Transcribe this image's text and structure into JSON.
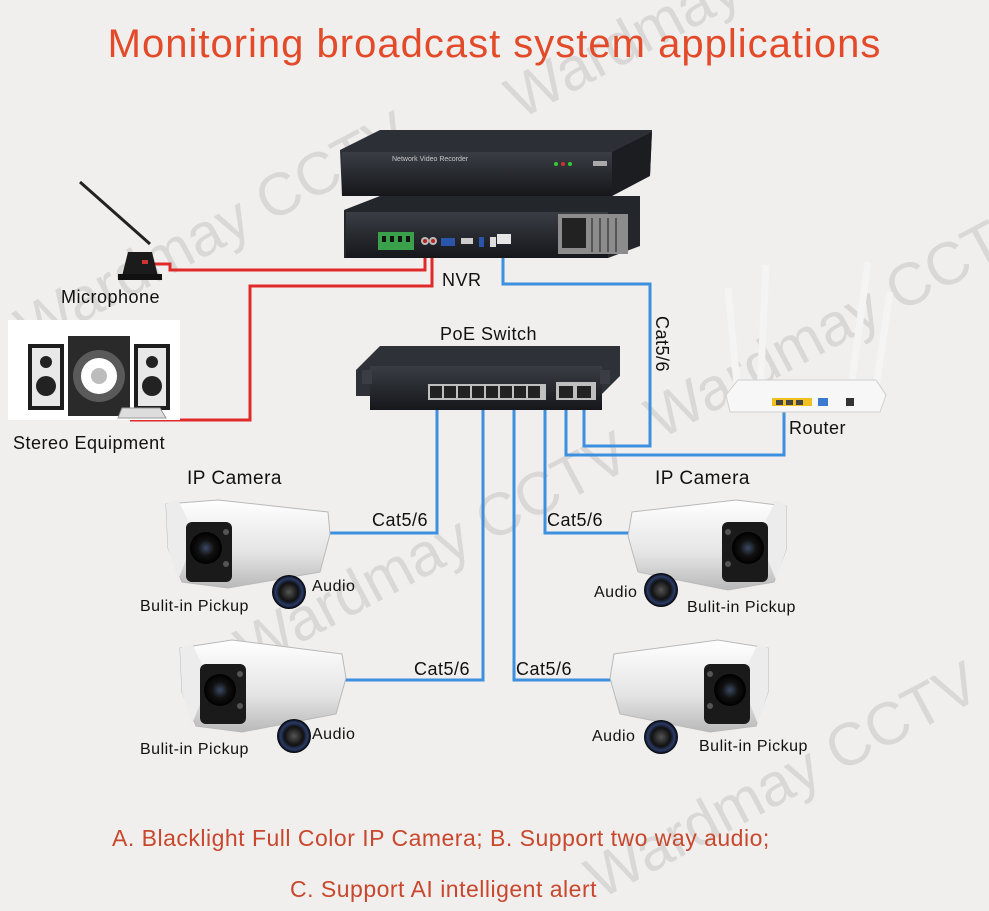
{
  "title": "Monitoring broadcast system applications",
  "labels": {
    "nvr": "NVR",
    "nvr_front_text": "Network Video Recorder",
    "poe_switch": "PoE Switch",
    "microphone": "Microphone",
    "stereo": "Stereo Equipment",
    "router": "Router",
    "ip_camera": "IP Camera",
    "cable": "Cat5/6",
    "audio": "Audio",
    "pickup": "Bulit-in Pickup"
  },
  "features": {
    "line1": "A. Blacklight Full Color IP Camera;  B. Support two way audio;",
    "line2": "C. Support AI intelligent alert"
  },
  "watermark": "Wardmay CCTV",
  "colors": {
    "title": "#e34a2a",
    "feature": "#c8472d",
    "audio_cable": "#e02a2a",
    "network_cable": "#3d8fe0"
  }
}
